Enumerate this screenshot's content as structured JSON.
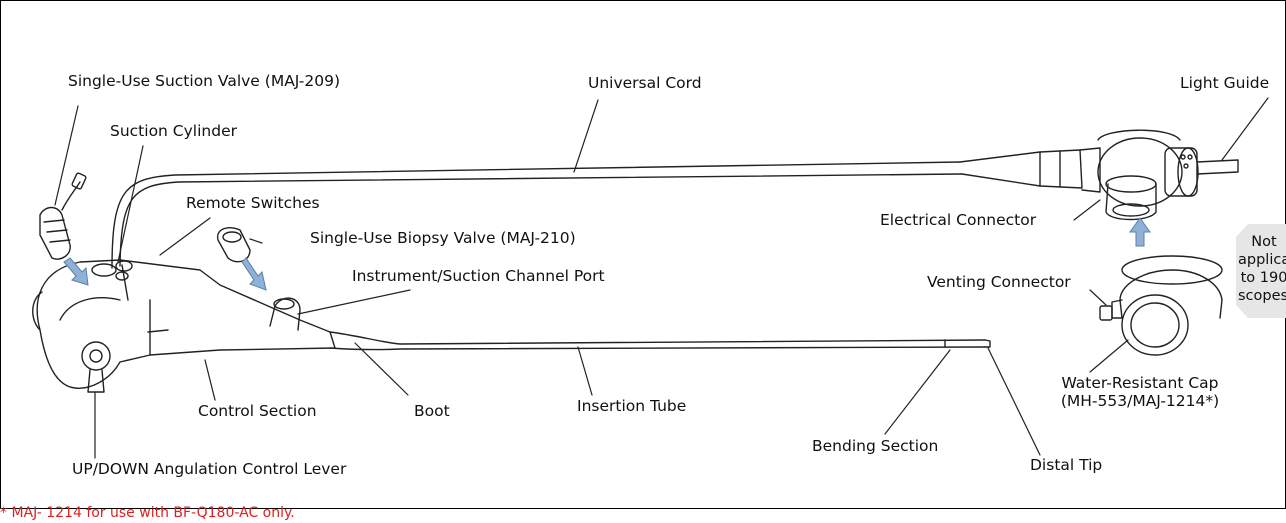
{
  "labels": {
    "suction_valve": "Single-Use Suction Valve (MAJ-209)",
    "universal_cord": "Universal Cord",
    "light_guide": "Light Guide",
    "suction_cylinder": "Suction Cylinder",
    "remote_switches": "Remote Switches",
    "biopsy_valve": "Single-Use Biopsy Valve (MAJ-210)",
    "electrical_connector": "Electrical Connector",
    "instrument_port": "Instrument/Suction Channel Port",
    "venting_connector": "Venting Connector",
    "control_section": "Control Section",
    "boot": "Boot",
    "insertion_tube": "Insertion Tube",
    "bending_section": "Bending Section",
    "distal_tip": "Distal Tip",
    "angulation_lever": "UP/DOWN Angulation Control Lever",
    "water_cap_line1": "Water-Resistant Cap",
    "water_cap_line2": "(MH-553/MAJ-1214*)"
  },
  "badge": {
    "line1": "Not",
    "line2": "applicable",
    "line3": "to 190",
    "line4": "scopes."
  },
  "footnote": "* MAJ- 1214 for use with BF-Q180-AC only.",
  "colors": {
    "arrow": "#8fb1d8",
    "arrow_stroke": "#5b7fa8",
    "badge_fill": "#e6e6e6",
    "footnote": "#e02020"
  }
}
